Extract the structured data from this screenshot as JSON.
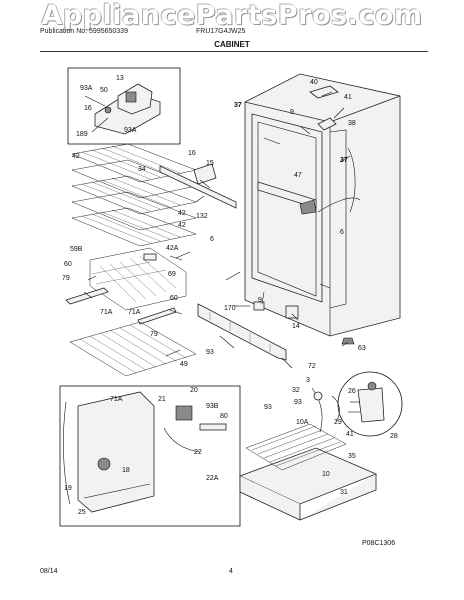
{
  "header": {
    "watermark": "AppliancePartsPros.com",
    "publication": "Publication No: 5995650339",
    "model": "FRU17G4JW25",
    "section": "CABINET"
  },
  "callouts": {
    "c13": "13",
    "c93a_top": "93A",
    "c50": "50",
    "c16_inset": "16",
    "c189": "189",
    "c93a_inset": "93A",
    "c42_top": "42",
    "c34": "34",
    "c42_mid1": "42",
    "c42_mid2": "42",
    "c132": "132",
    "c16": "16",
    "c15": "15",
    "c37_left": "37",
    "c9_top": "9",
    "c40": "40",
    "c41_top": "41",
    "c38": "38",
    "c37_right": "37",
    "c47": "47",
    "c6_left": "6",
    "c6_right": "6",
    "c59b": "59B",
    "c42a": "42A",
    "c60_top": "60",
    "c69": "69",
    "c79_left": "79",
    "c71a_left": "71A",
    "c71a_mid": "71A",
    "c60_mid": "60",
    "c79_mid": "79",
    "c170": "170",
    "c9_mid": "9",
    "c14": "14",
    "c63": "63",
    "c93_mid": "93",
    "c72": "72",
    "c49": "49",
    "c26": "26",
    "c28": "28",
    "c71a_box": "71A",
    "c21": "21",
    "c20": "20",
    "c93b": "93B",
    "c80": "80",
    "c22": "22",
    "c18": "18",
    "c19": "19",
    "c22a": "22A",
    "c25": "25",
    "c3": "3",
    "c32": "32",
    "c93_low": "93",
    "c93_low2": "93",
    "c10a": "10A",
    "c29": "29",
    "c41_low": "41",
    "c10": "10",
    "c35": "35",
    "c31": "31"
  },
  "footer": {
    "diagram_code": "P08C1306",
    "date": "08/14",
    "page": "4"
  }
}
